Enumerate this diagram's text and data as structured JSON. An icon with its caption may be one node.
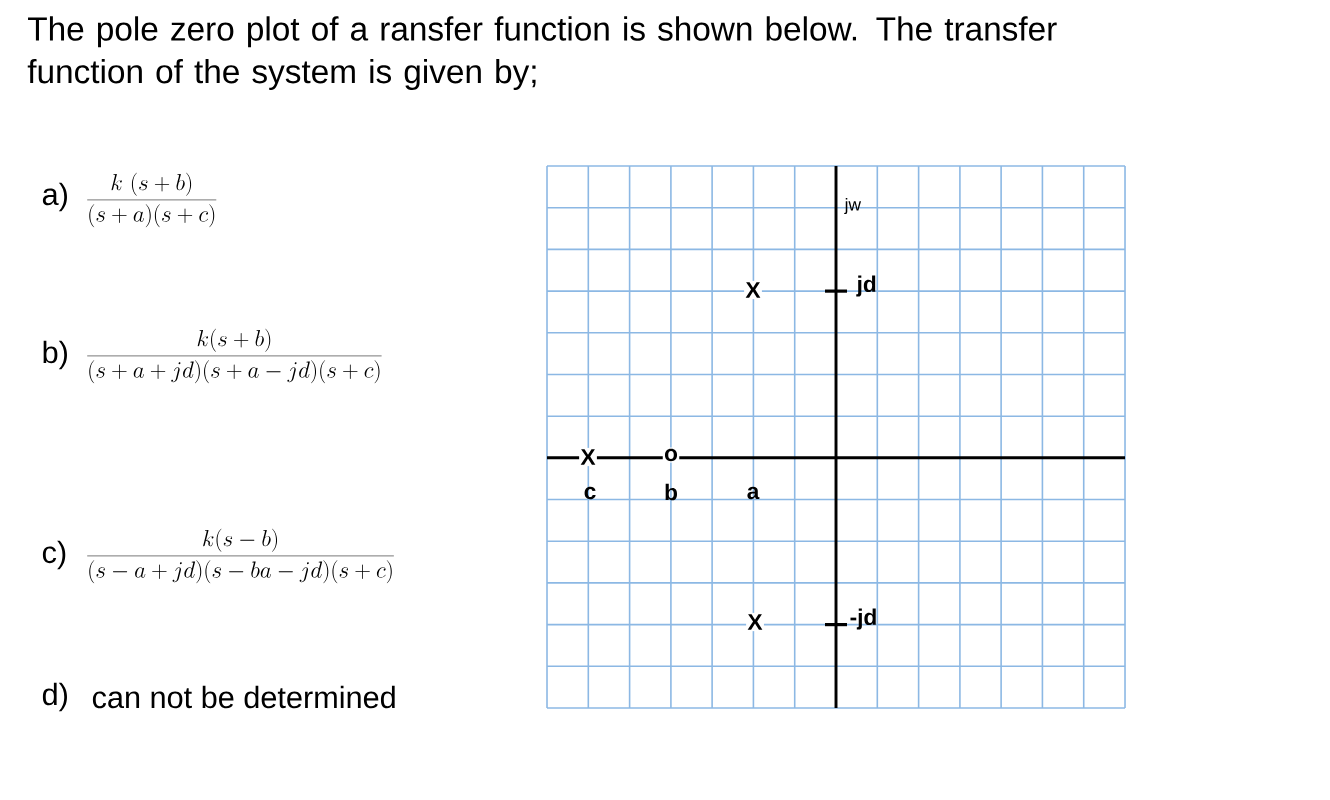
{
  "diagram": {
    "title": "The pole zero plot of a ransfer function is shown below. The transfer function of  the system  is given by;",
    "labels": [
      "a)",
      "\\frac{k\\ (s+b)}{(s+a)(s+c)}",
      "b)",
      "\\frac{k(s+b)}{(s+a+jd)(s+a-jd)(s+c)}",
      "c)",
      "\\frac{k(s-b)}{(s-a+jd)(s-ba-jd)(s+c)}",
      "d)",
      "can not be determined",
      "jw",
      "X",
      "jd",
      "X",
      "o",
      "c",
      "b",
      "a",
      "X",
      "-jd"
    ]
  }
}
